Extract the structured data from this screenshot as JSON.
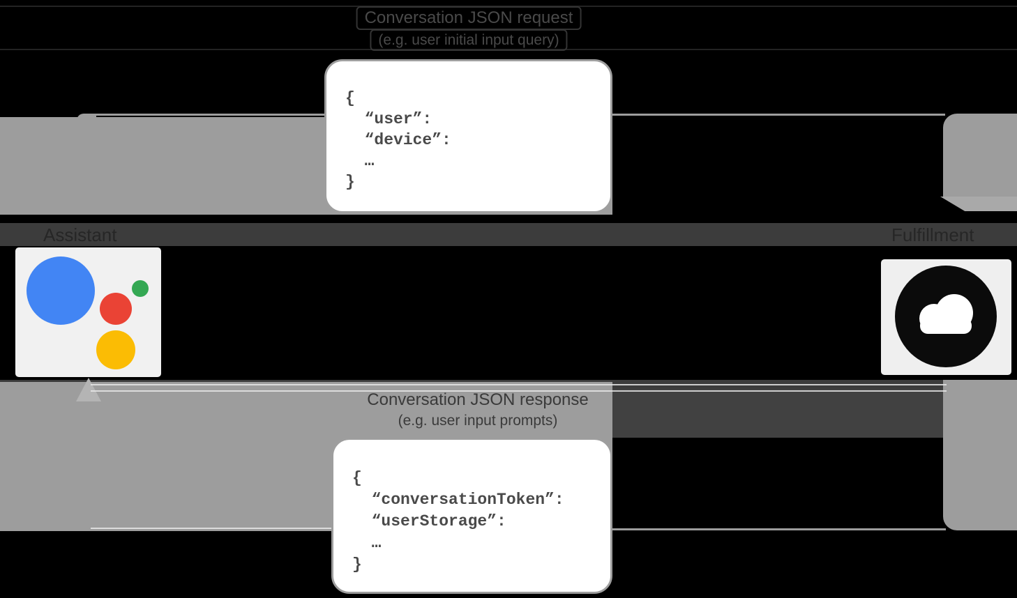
{
  "top_label": {
    "line1": "Conversation JSON request",
    "line2": "(e.g. user initial input query)"
  },
  "bottom_label": {
    "line1": "Conversation JSON response",
    "line2": "(e.g. user input prompts)"
  },
  "request_json": {
    "lines": [
      "{",
      "  “user”:",
      "  “device”:",
      "  …",
      "}"
    ]
  },
  "response_json": {
    "lines": [
      "{",
      "  “conversationToken”:",
      "  “userStorage”:",
      "  …",
      "}"
    ]
  },
  "endpoints": {
    "left": {
      "label": "Assistant",
      "icon": "google-assistant-logo"
    },
    "right": {
      "label": "Fulfillment",
      "icon": "cloud-icon"
    }
  },
  "colors": {
    "background": "#000000",
    "arrow_gray": "#9d9d9d",
    "arrowhead_gray": "#a9a9a9",
    "stripe_dark": "#3c3c3c",
    "callout_bg": "#ffffff",
    "callout_border": "#9e9e9e",
    "code_text": "#4a4a4a",
    "google_blue": "#4285F4",
    "google_red": "#EA4335",
    "google_green": "#34A853",
    "google_yellow": "#FBBC04"
  }
}
